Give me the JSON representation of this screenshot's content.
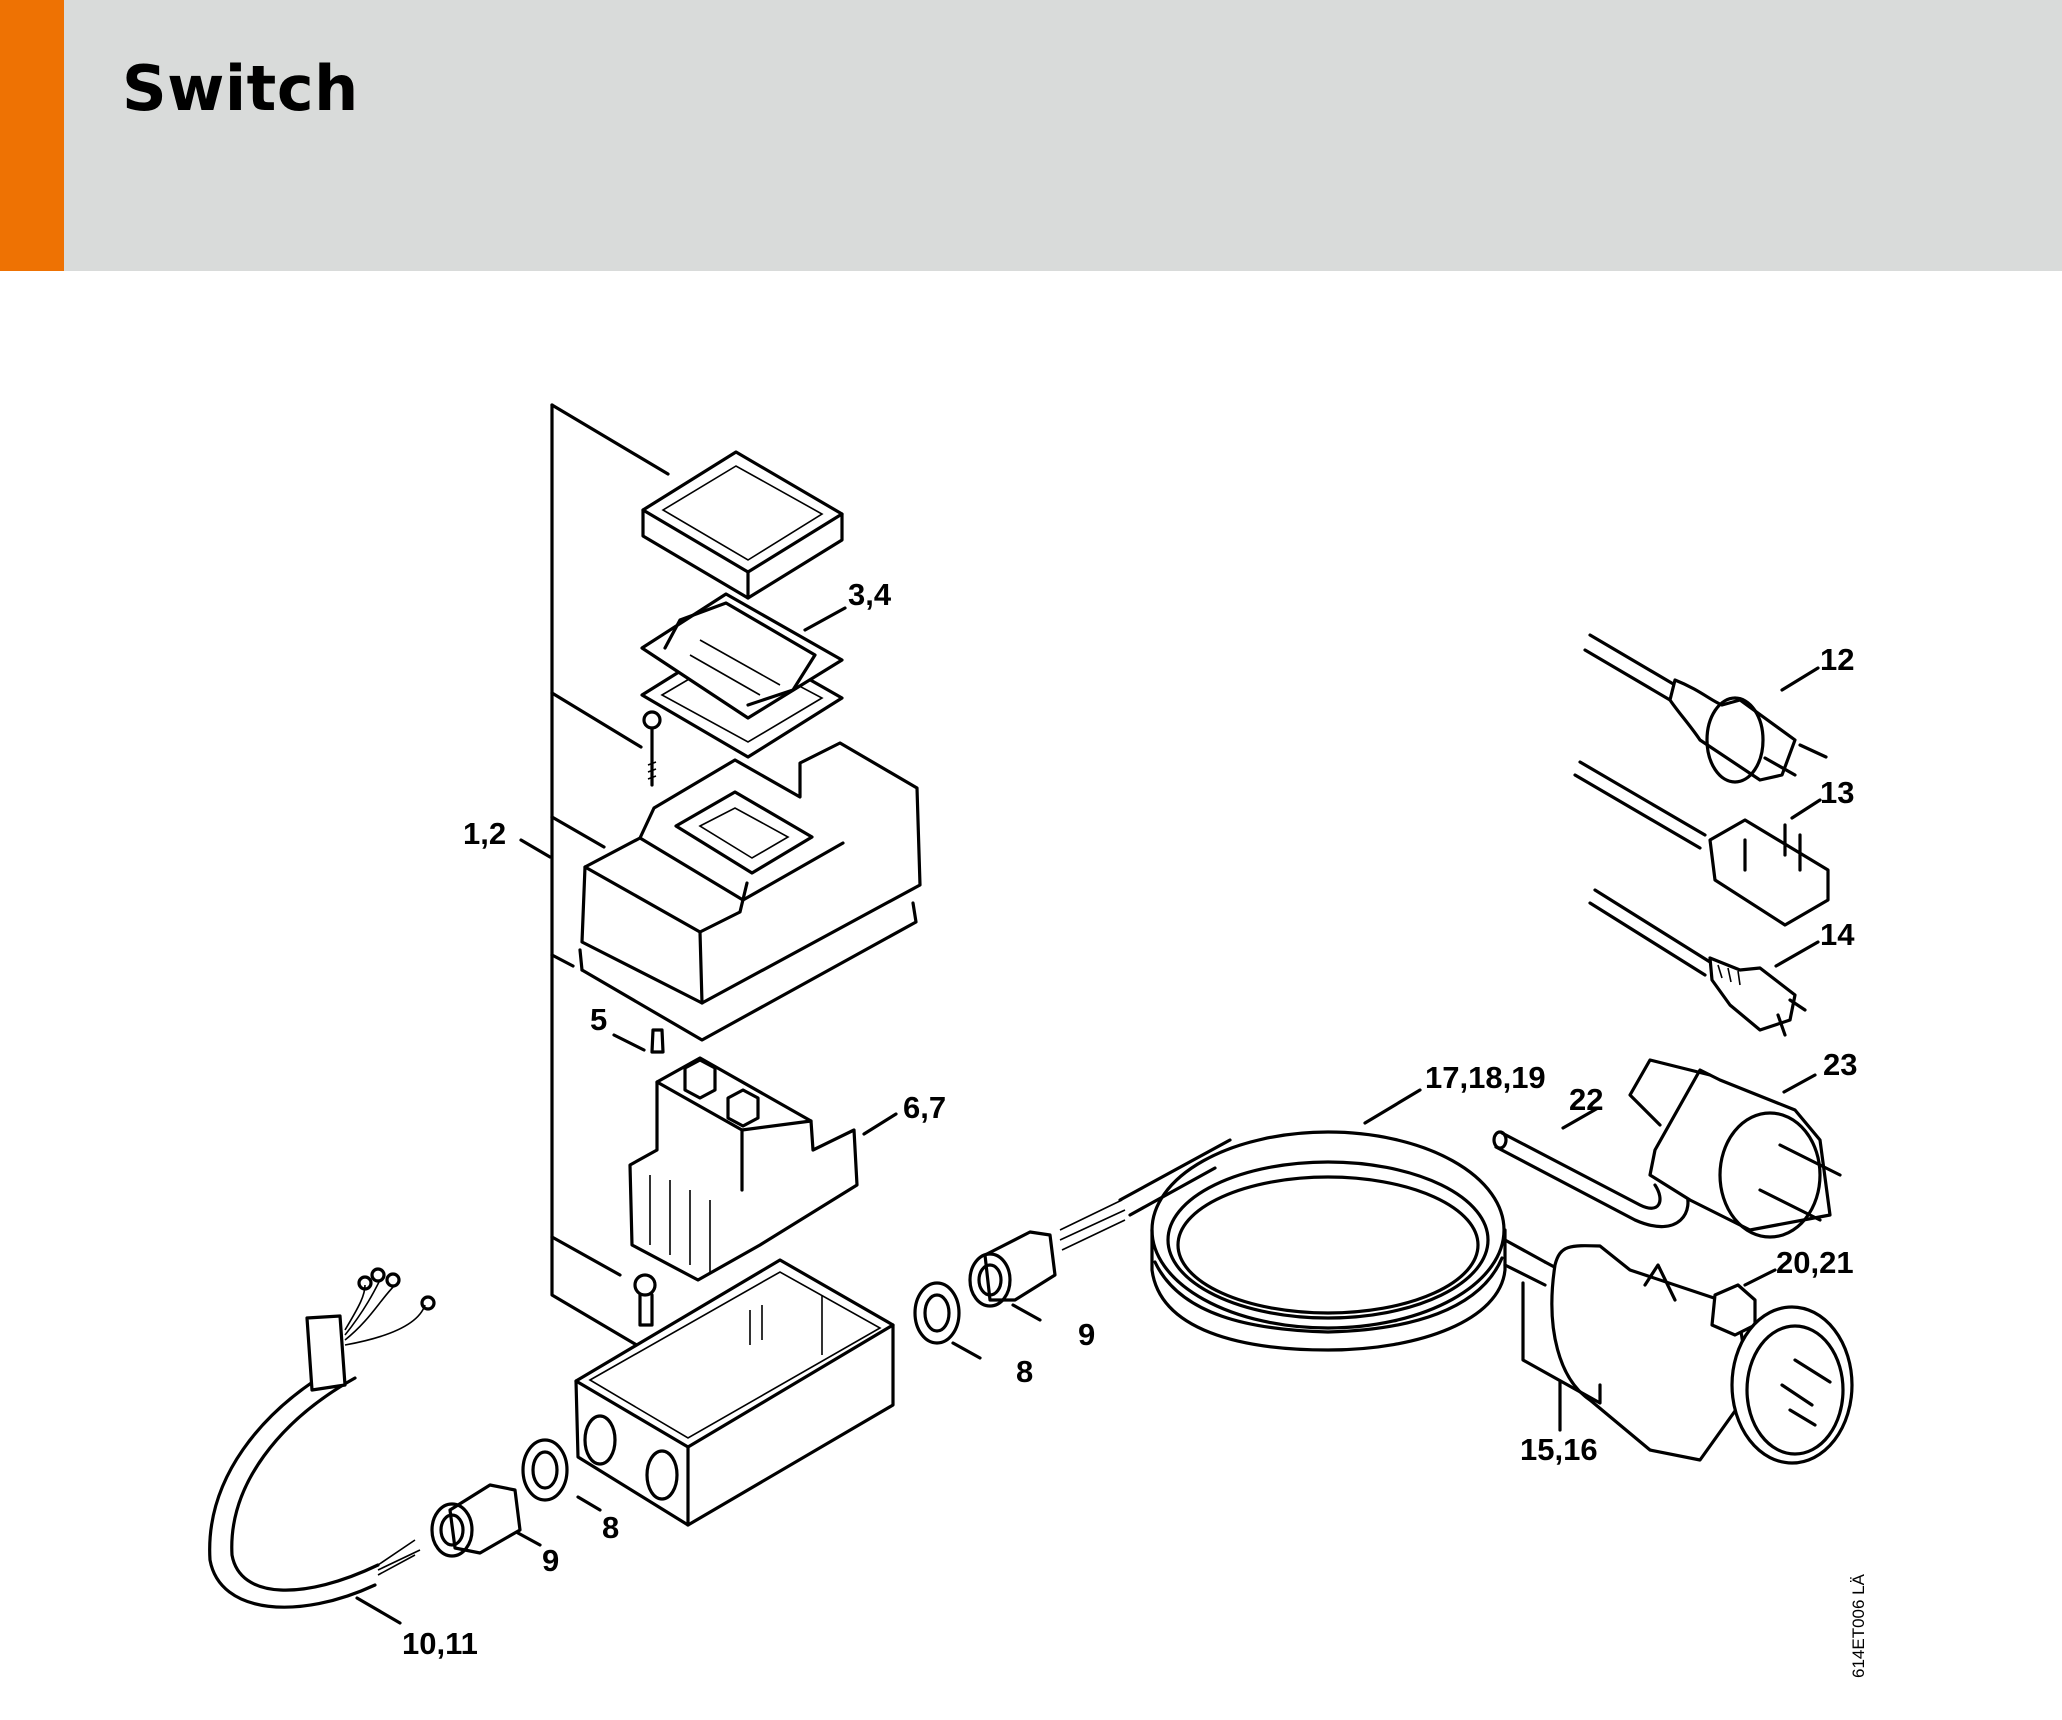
{
  "header": {
    "title": "Switch",
    "accent_color": "#ee7203",
    "background_color": "#d9dbda"
  },
  "diagram": {
    "callouts": [
      {
        "id": "c-34",
        "text": "3,4"
      },
      {
        "id": "c-12",
        "text": "1,2"
      },
      {
        "id": "c-5",
        "text": "5"
      },
      {
        "id": "c-67",
        "text": "6,7"
      },
      {
        "id": "c-8a",
        "text": "8"
      },
      {
        "id": "c-9a",
        "text": "9"
      },
      {
        "id": "c-1011",
        "text": "10,11"
      },
      {
        "id": "c-8b",
        "text": "8"
      },
      {
        "id": "c-9b",
        "text": "9"
      },
      {
        "id": "c-171819",
        "text": "17,18,19"
      },
      {
        "id": "c-22",
        "text": "22"
      },
      {
        "id": "c-23",
        "text": "23"
      },
      {
        "id": "c-2021",
        "text": "20,21"
      },
      {
        "id": "c-1516",
        "text": "15,16"
      },
      {
        "id": "c-12plug",
        "text": "12"
      },
      {
        "id": "c-13",
        "text": "13"
      },
      {
        "id": "c-14",
        "text": "14"
      }
    ],
    "drawing_code": "614ET006 LÄ"
  }
}
